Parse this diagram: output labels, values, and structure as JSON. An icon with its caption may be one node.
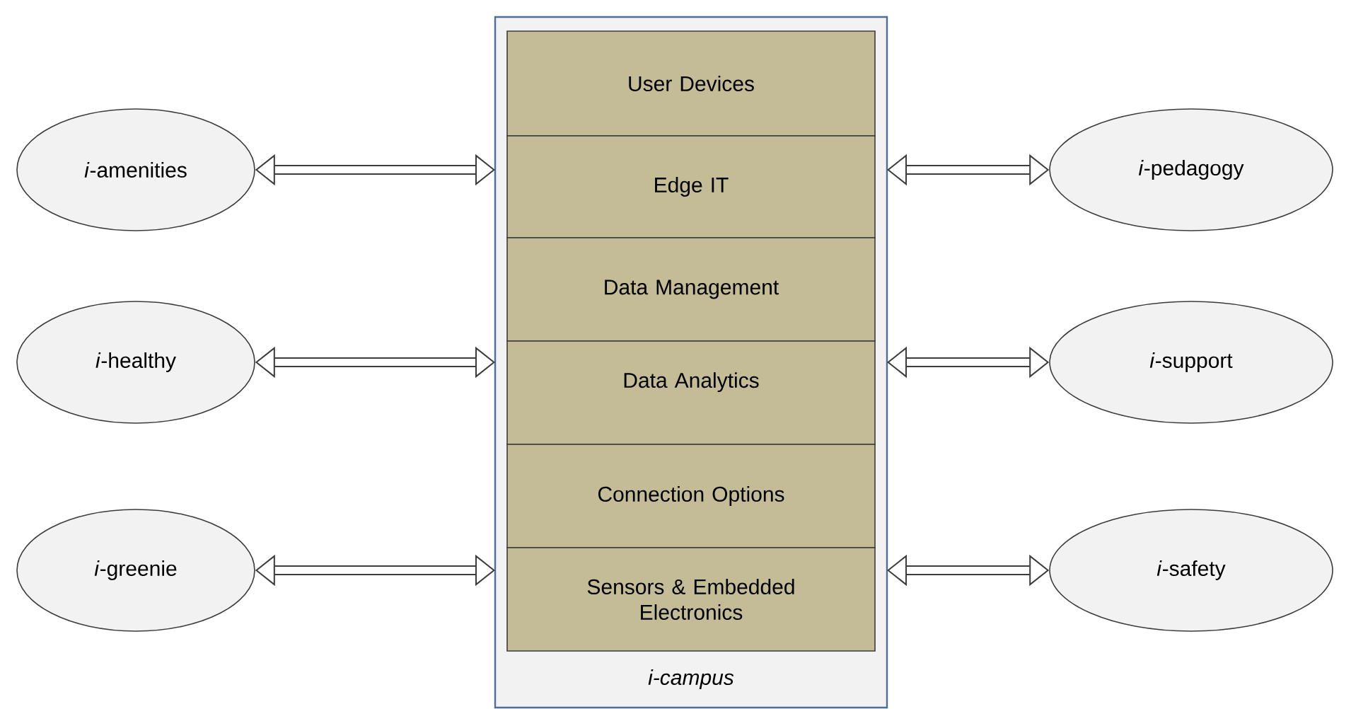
{
  "diagram": {
    "nodes": [
      {
        "text": [
          "i-campus"
        ]
      },
      {
        "text": [
          "User Devices"
        ],
        "in": 0
      },
      {
        "text": [
          "Edge IT"
        ],
        "in": 0
      },
      {
        "text": [
          "Data Management"
        ],
        "in": 0
      },
      {
        "text": [
          "Data Analytics"
        ],
        "in": 0
      },
      {
        "text": [
          "Connection Options"
        ],
        "in": 0
      },
      {
        "text": [
          "Sensors & Embedded Electronics"
        ],
        "in": 0
      },
      {
        "text": [
          "*i*-amenities"
        ]
      },
      {
        "text": [
          "*i*-healthy"
        ]
      },
      {
        "text": [
          "*i*-greenie"
        ]
      },
      {
        "text": [
          "*i*-pedagogy"
        ]
      },
      {
        "text": [
          "*i*-support"
        ]
      },
      {
        "text": [
          "*i*-safety"
        ]
      }
    ],
    "edges": [
      {
        "from": 7,
        "to": 0,
        "arrow": "both"
      },
      {
        "from": 8,
        "to": 0,
        "arrow": "both"
      },
      {
        "from": 9,
        "to": 0,
        "arrow": "both"
      },
      {
        "from": 10,
        "to": 0,
        "arrow": "both"
      },
      {
        "from": 11,
        "to": 0,
        "arrow": "both"
      },
      {
        "from": 12,
        "to": 0,
        "arrow": "both"
      }
    ]
  }
}
